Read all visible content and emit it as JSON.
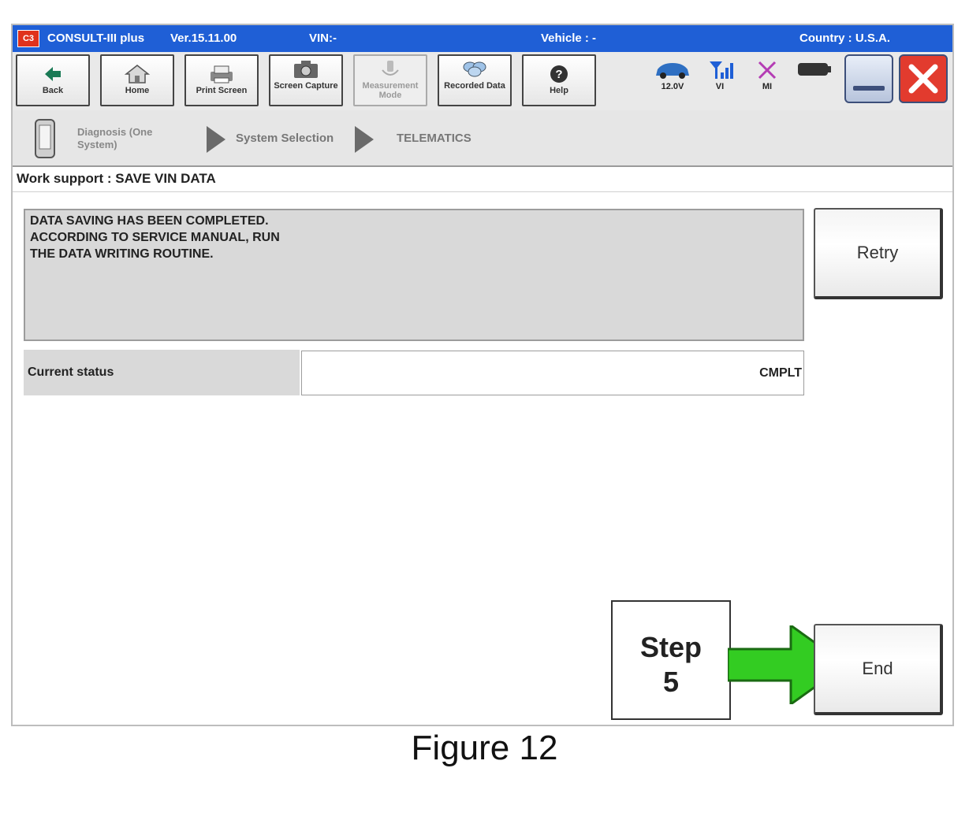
{
  "titlebar": {
    "app": "CONSULT-III plus",
    "version": "Ver.15.11.00",
    "vin": "VIN:-",
    "vehicle": "Vehicle : -",
    "country": "Country : U.S.A."
  },
  "toolbar": {
    "back": "Back",
    "home": "Home",
    "print_screen": "Print Screen",
    "screen_capture": "Screen Capture",
    "measurement_mode": "Measurement Mode",
    "recorded_data": "Recorded Data",
    "help": "Help"
  },
  "status": {
    "voltage": "12.0V",
    "vi": "VI",
    "mi": "MI"
  },
  "breadcrumb": {
    "step1": "Diagnosis (One System)",
    "step2": "System Selection",
    "step3": "TELEMATICS"
  },
  "page": {
    "title": "Work support : SAVE VIN DATA"
  },
  "message": {
    "line1": "DATA SAVING HAS BEEN COMPLETED.",
    "line2": "ACCORDING TO SERVICE MANUAL, RUN",
    "line3": "THE DATA WRITING ROUTINE."
  },
  "buttons": {
    "retry": "Retry",
    "end": "End"
  },
  "current_status": {
    "label": "Current status",
    "value": "CMPLT"
  },
  "callout": {
    "line1": "Step",
    "line2": "5"
  },
  "caption": "Figure 12",
  "colors": {
    "titlebar": "#1f5fd6",
    "arrow": "#33cc22",
    "close": "#e23b2e"
  }
}
